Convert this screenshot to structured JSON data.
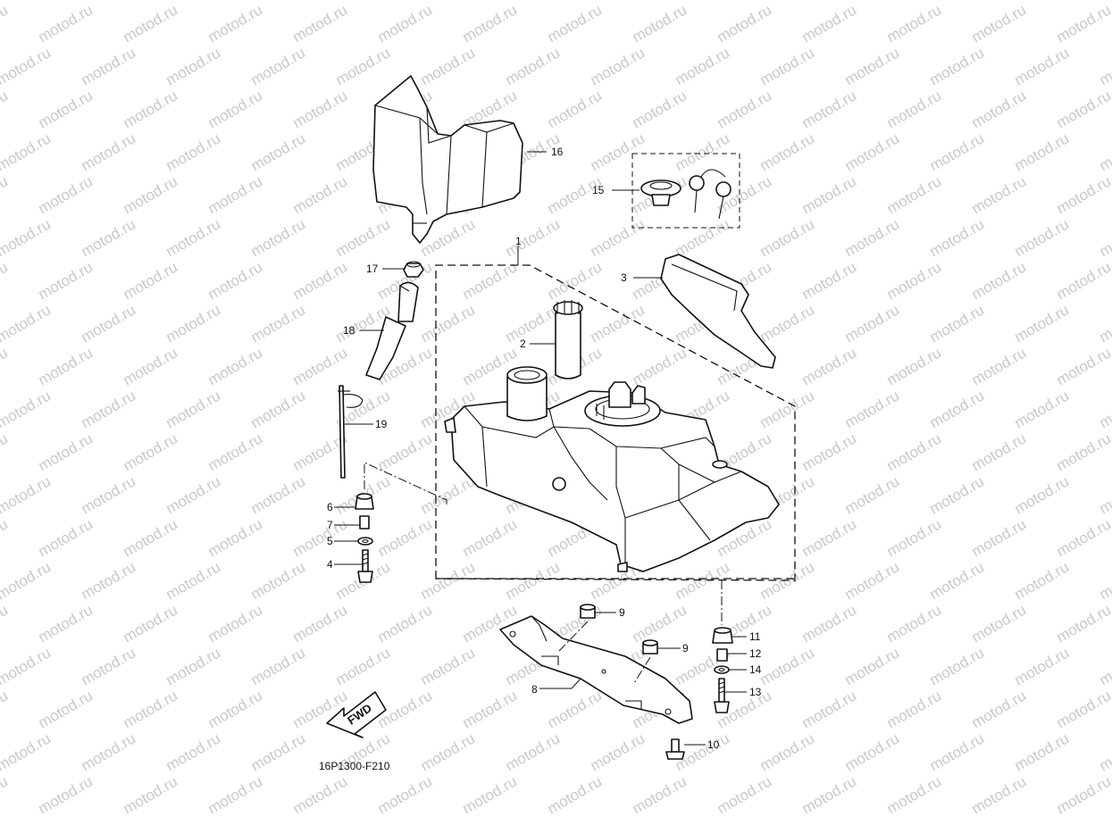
{
  "diagram": {
    "code": "16P1300-F210",
    "fwd_label": "FWD",
    "watermark": "motod.ru",
    "callouts": [
      {
        "id": "c1",
        "label": "1"
      },
      {
        "id": "c2",
        "label": "2"
      },
      {
        "id": "c3",
        "label": "3"
      },
      {
        "id": "c4",
        "label": "4"
      },
      {
        "id": "c5",
        "label": "5"
      },
      {
        "id": "c6",
        "label": "6"
      },
      {
        "id": "c7",
        "label": "7"
      },
      {
        "id": "c8",
        "label": "8"
      },
      {
        "id": "c9a",
        "label": "9"
      },
      {
        "id": "c9b",
        "label": "9"
      },
      {
        "id": "c10",
        "label": "10"
      },
      {
        "id": "c11",
        "label": "11"
      },
      {
        "id": "c12",
        "label": "12"
      },
      {
        "id": "c13",
        "label": "13"
      },
      {
        "id": "c14",
        "label": "14"
      },
      {
        "id": "c15",
        "label": "15"
      },
      {
        "id": "c16",
        "label": "16"
      },
      {
        "id": "c17",
        "label": "17"
      },
      {
        "id": "c18",
        "label": "18"
      },
      {
        "id": "c19",
        "label": "19"
      }
    ]
  }
}
